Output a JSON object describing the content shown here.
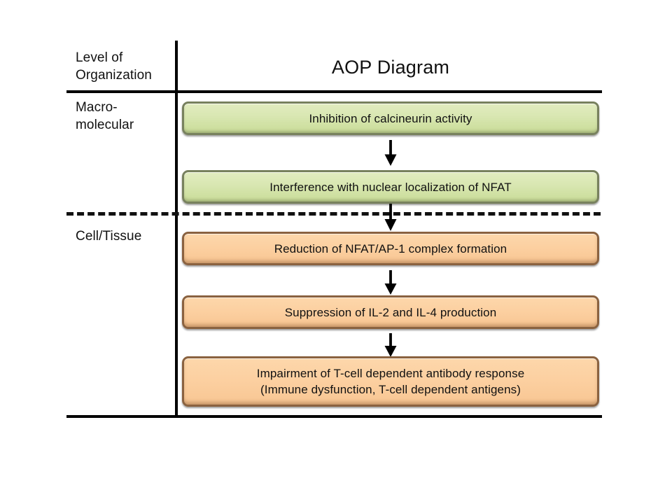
{
  "title": "AOP Diagram",
  "header": {
    "left_label": "Level of\nOrganization"
  },
  "levels": [
    {
      "key": "macro-molecular",
      "label": "Macro-\nmolecular"
    },
    {
      "key": "cell-tissue",
      "label": "Cell/Tissue"
    }
  ],
  "colors": {
    "green_fill": "#d9e7b2",
    "green_border": "#78815e",
    "orange_fill": "#fcd0a1",
    "orange_border": "#8a6240",
    "line": "#000000",
    "text": "#111111",
    "background": "#ffffff"
  },
  "nodes": [
    {
      "id": "node-1",
      "level": "macro-molecular",
      "color": "green",
      "text": "Inhibition of calcineurin activity"
    },
    {
      "id": "node-2",
      "level": "macro-molecular",
      "color": "green",
      "text": "Interference with nuclear localization of NFAT"
    },
    {
      "id": "node-3",
      "level": "cell-tissue",
      "color": "orange",
      "text": "Reduction of NFAT/AP-1  complex formation"
    },
    {
      "id": "node-4",
      "level": "cell-tissue",
      "color": "orange",
      "text": "Suppression of IL-2 and IL-4  production"
    },
    {
      "id": "node-5",
      "level": "cell-tissue",
      "color": "orange",
      "text": "Impairment of T-cell dependent antibody response\n(Immune dysfunction, T-cell dependent antigens)"
    }
  ],
  "arrows": [
    {
      "id": "arrow-1",
      "from": "node-1",
      "to": "node-2",
      "icon": "down-arrow-icon"
    },
    {
      "id": "arrow-2",
      "from": "node-2",
      "to": "node-3",
      "icon": "down-arrow-icon"
    },
    {
      "id": "arrow-3",
      "from": "node-3",
      "to": "node-4",
      "icon": "down-arrow-icon"
    },
    {
      "id": "arrow-4",
      "from": "node-4",
      "to": "node-5",
      "icon": "down-arrow-icon"
    }
  ],
  "dividers": {
    "header_rule": "solid",
    "level_separator": "dashed",
    "bottom_rule": "solid",
    "column_divider": "solid"
  }
}
